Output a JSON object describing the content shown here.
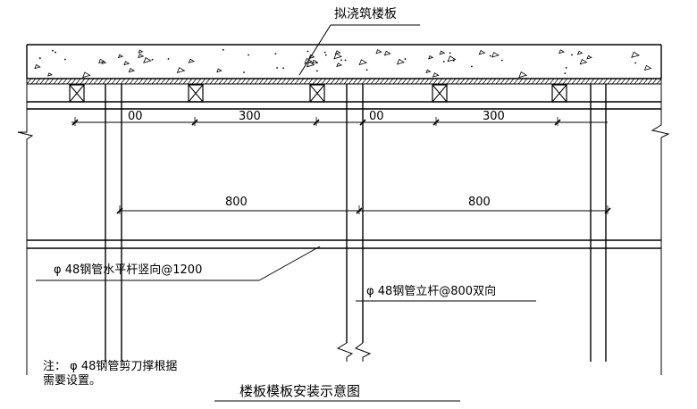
{
  "labels": {
    "slab": "拟浇筑楼板",
    "horizontal_bar": "φ 48钢管水平杆竖向@1200",
    "vertical_post": "φ 48钢管立杆@800双向",
    "note_line1": "注：  φ 48钢管剪刀撑根据",
    "note_line2": "需要设置。",
    "caption": "楼板模板安装示意图"
  },
  "dimensions": {
    "upper": [
      "00",
      "300",
      "00",
      "300"
    ],
    "lower": [
      "800",
      "800"
    ]
  },
  "colors": {
    "line": "#000000",
    "background": "#ffffff"
  }
}
